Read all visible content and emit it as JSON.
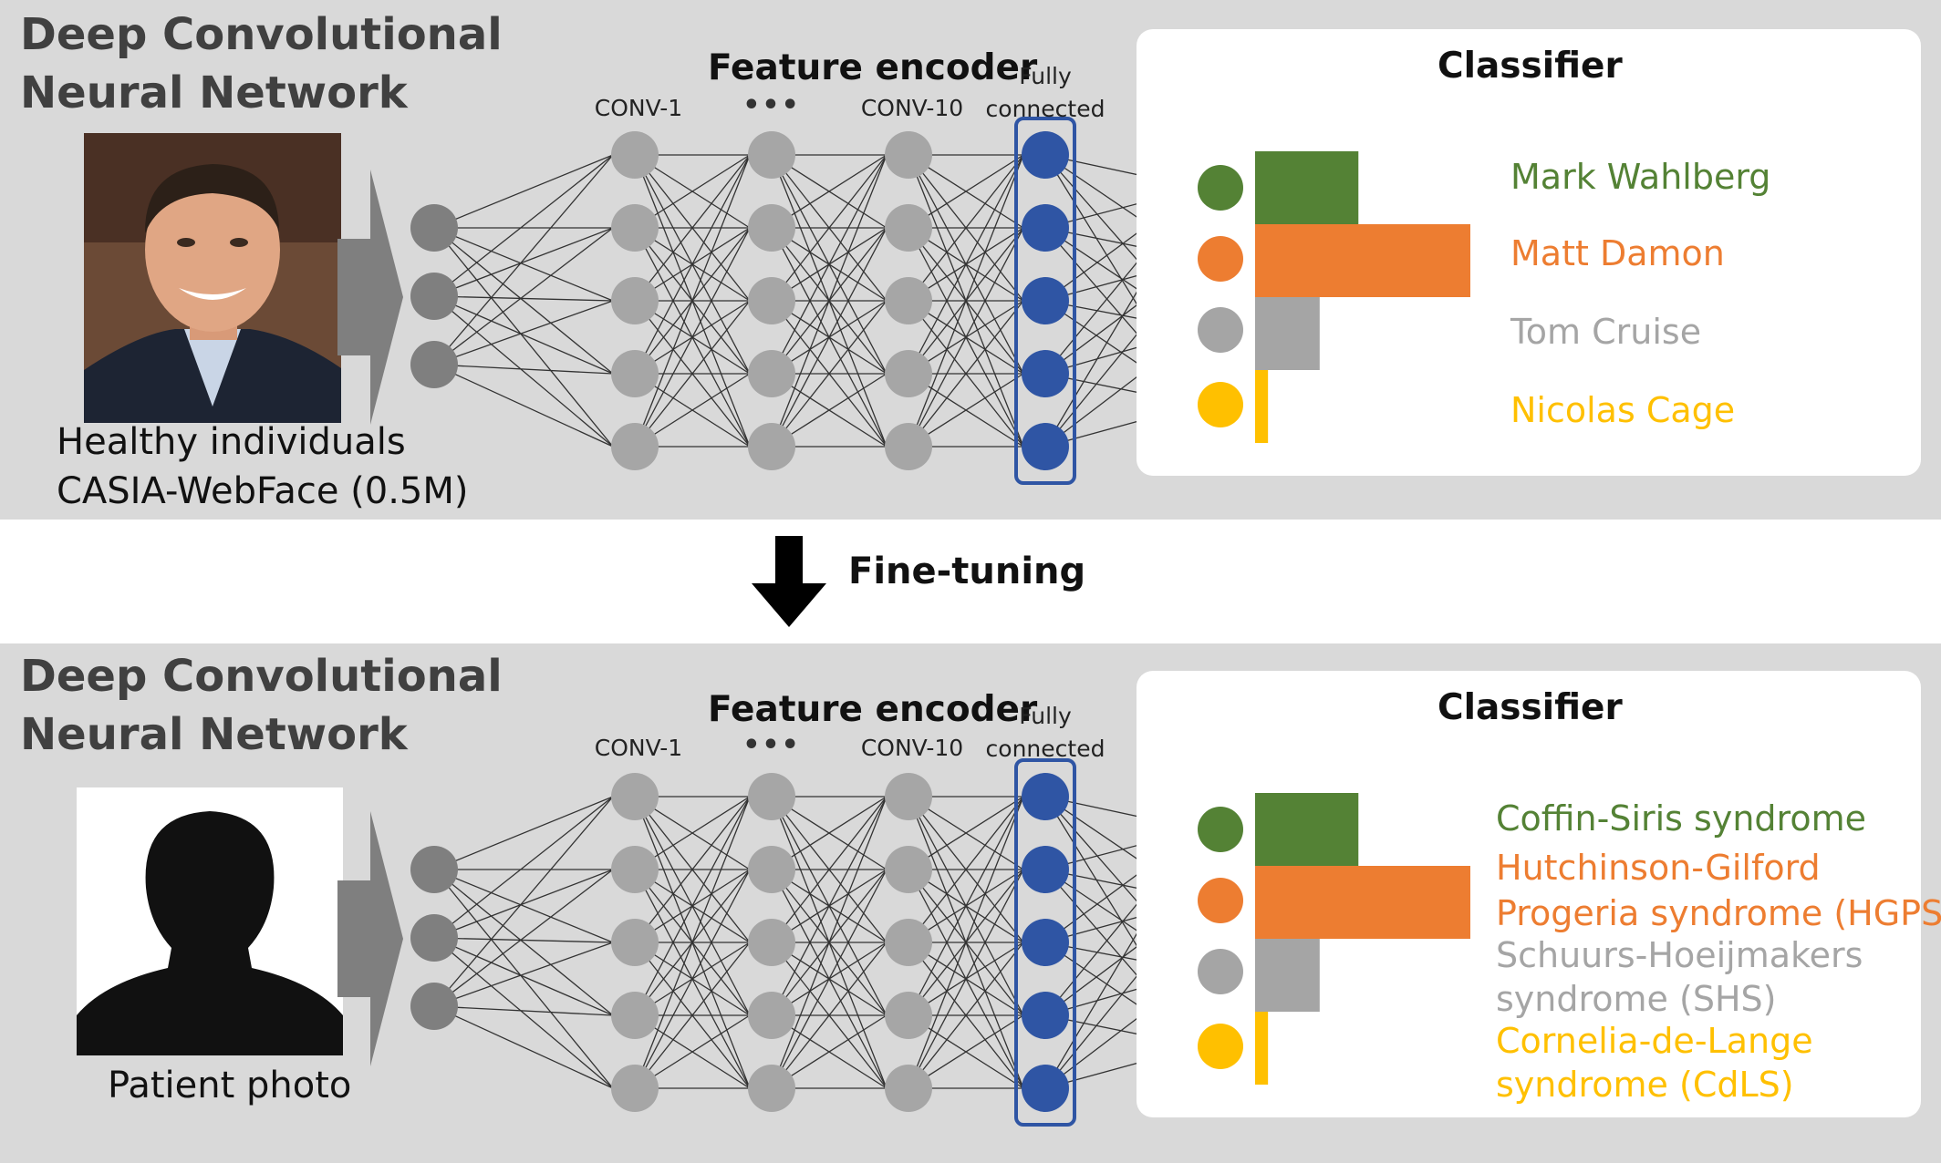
{
  "colors": {
    "panel_bg": "#d9d9d9",
    "node_input": "#7f7f7f",
    "node_hidden": "#a6a6a6",
    "node_fc": "#2f55a4",
    "fc_box": "#2f55a4",
    "class_green": "#548235",
    "class_orange": "#ed7d31",
    "class_gray": "#a5a5a5",
    "class_yellow": "#ffc000"
  },
  "top_panel": {
    "title_line1": "Deep Convolutional",
    "title_line2": "Neural Network",
    "caption_line1": "Healthy individuals",
    "caption_line2": "CASIA-WebFace (0.5M)",
    "feature_encoder_title": "Feature encoder",
    "layer_conv1": "CONV-1",
    "layer_dots": "•••",
    "layer_conv10": "CONV-10",
    "fc_line1": "Fully",
    "fc_line2": "connected",
    "classifier_title": "Classifier",
    "classes": [
      {
        "label": "Mark Wahlberg",
        "color": "#548235",
        "score": 0.48
      },
      {
        "label": "Matt Damon",
        "color": "#ed7d31",
        "score": 1.0
      },
      {
        "label": "Tom Cruise",
        "color": "#a5a5a5",
        "score": 0.3
      },
      {
        "label": "Nicolas Cage",
        "color": "#ffc000",
        "score": 0.06
      }
    ]
  },
  "fine_tuning_label": "Fine-tuning",
  "bottom_panel": {
    "title_line1": "Deep Convolutional",
    "title_line2": "Neural Network",
    "caption": "Patient photo",
    "feature_encoder_title": "Feature encoder",
    "layer_conv1": "CONV-1",
    "layer_dots": "•••",
    "layer_conv10": "CONV-10",
    "fc_line1": "Fully",
    "fc_line2": "connected",
    "classifier_title": "Classifier",
    "classes": [
      {
        "label_line1": "Coffin-Siris syndrome",
        "label_line2": "",
        "color": "#548235",
        "score": 0.48
      },
      {
        "label_line1": "Hutchinson-Gilford",
        "label_line2": "Progeria syndrome (HGPS)",
        "color": "#ed7d31",
        "score": 1.0
      },
      {
        "label_line1": "Schuurs-Hoeijmakers",
        "label_line2": "syndrome (SHS)",
        "color": "#a5a5a5",
        "score": 0.3
      },
      {
        "label_line1": "Cornelia-de-Lange",
        "label_line2": "syndrome (CdLS)",
        "color": "#ffc000",
        "score": 0.06
      }
    ]
  }
}
